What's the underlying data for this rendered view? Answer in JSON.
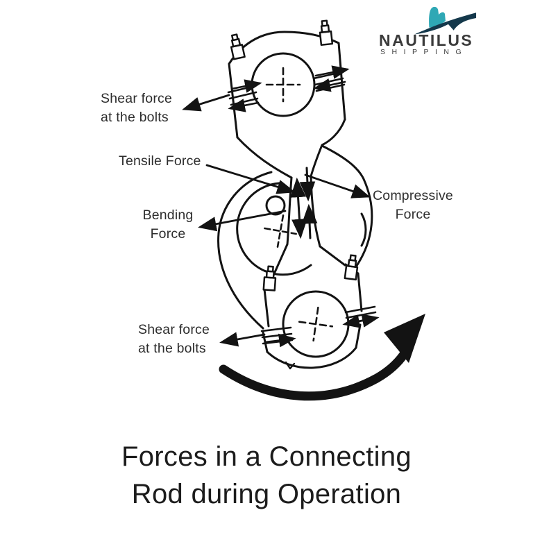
{
  "logo": {
    "name": "NAUTILUS",
    "tagline": "SHIPPING",
    "colors": {
      "teal": "#2FA8B5",
      "navy": "#14384B",
      "text": "#3B3B3B"
    }
  },
  "diagram": {
    "ink": "#131313",
    "label_color": "#2D2D2D",
    "labels": {
      "shear_top": {
        "line1": "Shear force",
        "line2": "at the bolts"
      },
      "tensile": {
        "text": "Tensile Force"
      },
      "bending": {
        "line1": "Bending",
        "line2": "Force"
      },
      "compressive": {
        "line1": "Compressive",
        "line2": "Force"
      },
      "shear_bottom": {
        "line1": "Shear force",
        "line2": "at the bolts"
      }
    }
  },
  "title": {
    "line1": "Forces in a Connecting",
    "line2": "Rod during Operation"
  }
}
